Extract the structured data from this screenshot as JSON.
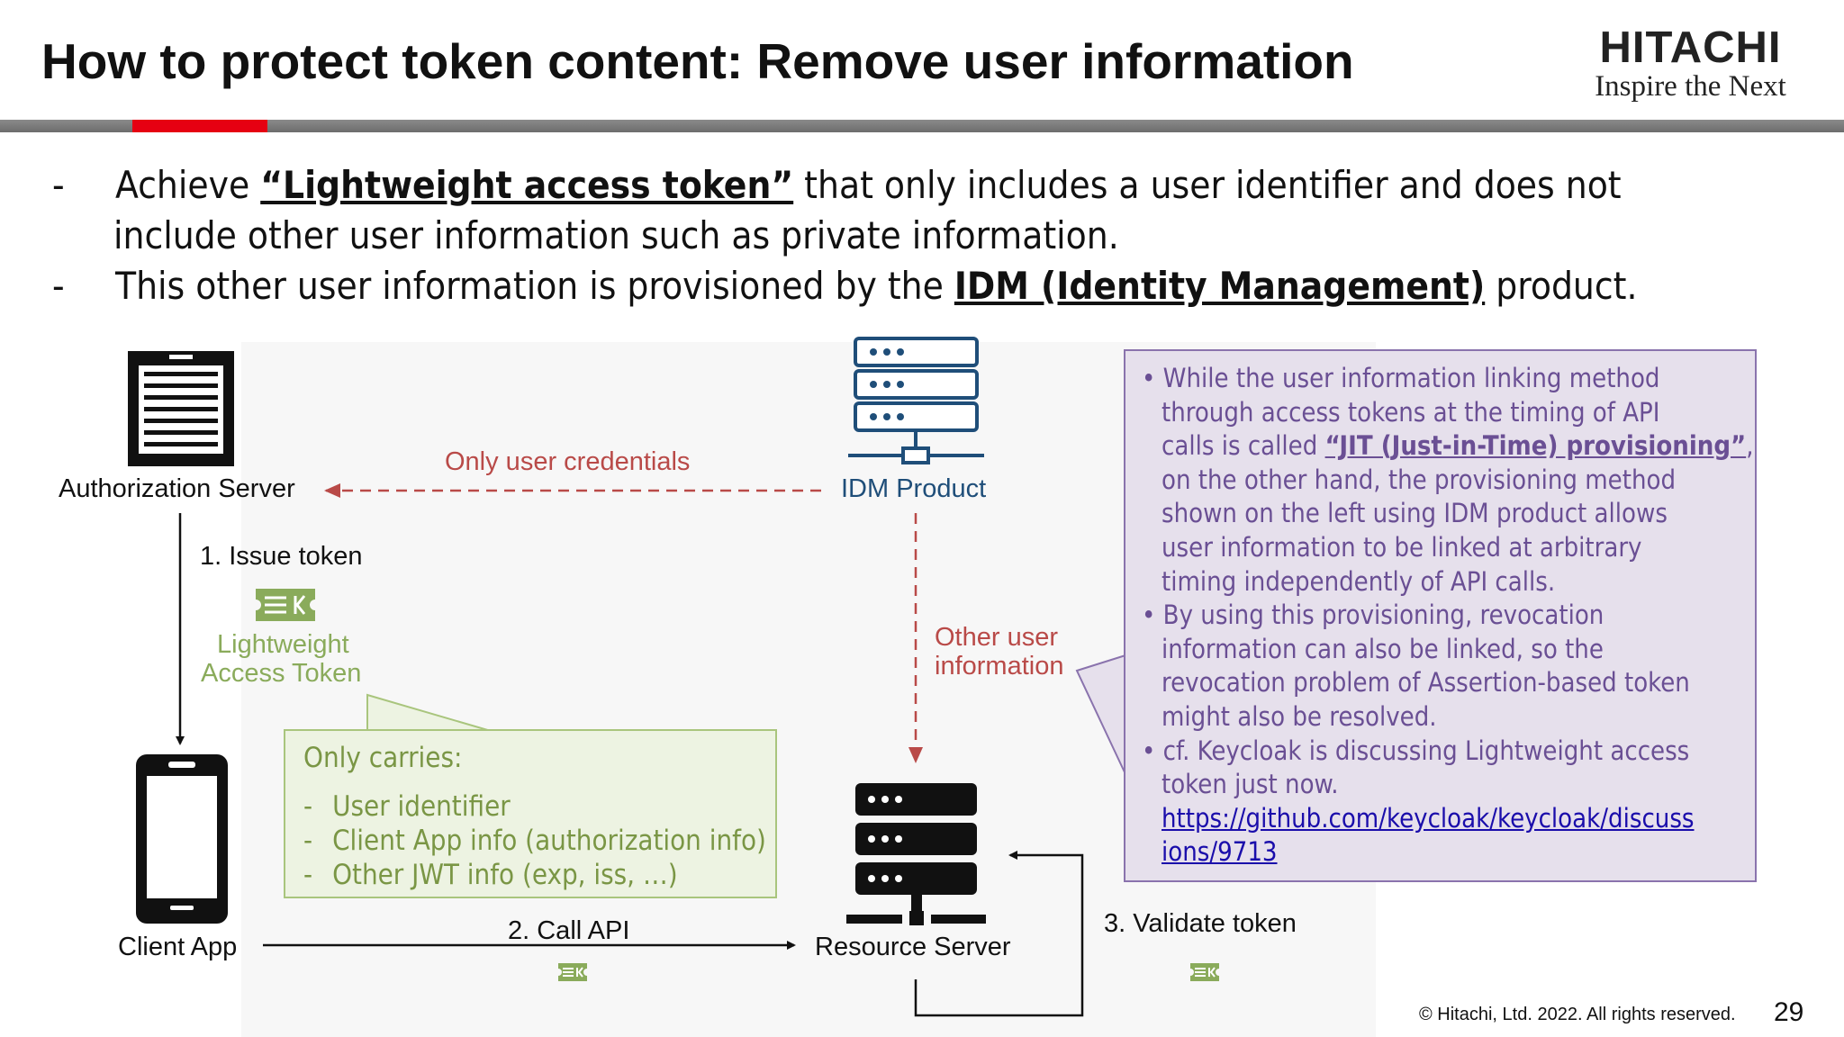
{
  "slide": {
    "title": "How to protect token content: Remove user information",
    "brand_name": "HITACHI",
    "brand_tagline": "Inspire the Next",
    "footer": "© Hitachi, Ltd. 2022. All rights reserved.",
    "page_number": "29"
  },
  "bullets": [
    {
      "dash": "-",
      "pre": "Achieve ",
      "emphasis": "“Lightweight access token”",
      "post": " that only includes a user identifier and does not"
    },
    {
      "dash": "",
      "pre": "include other user information such as private information.",
      "emphasis": "",
      "post": ""
    },
    {
      "dash": "-",
      "pre": "This other user information is provisioned by the ",
      "emphasis": "IDM (Identity Management)",
      "post": " product."
    }
  ],
  "diagram": {
    "authorization_server": "Authorization Server",
    "idm_product": "IDM Product",
    "client_app": "Client App",
    "resource_server": "Resource Server",
    "only_user_credentials": "Only user credentials",
    "other_user_information_1": "Other user",
    "other_user_information_2": "information",
    "step1": "1. Issue token",
    "step2": "2. Call API",
    "step3": "3. Validate token",
    "token_label_1": "Lightweight",
    "token_label_2": "Access Token",
    "colors": {
      "red": "#b94a48",
      "blue": "#1f4e79",
      "green": "#8aab5b",
      "purple": "#6a4f94"
    }
  },
  "callout_left": {
    "heading": "Only carries:",
    "items": [
      {
        "dash": "-",
        "text": "User identifier"
      },
      {
        "dash": "-",
        "text": "Client App info (authorization info)"
      },
      {
        "dash": "-",
        "text": "Other JWT info (exp, iss, …)"
      }
    ]
  },
  "callout_right": {
    "lines": [
      "• While the user information linking method",
      "through access tokens at the timing of API",
      "calls is called ",
      "on the other hand, the provisioning method",
      "shown on the left using IDM product allows",
      "user information to be linked at arbitrary",
      "timing independently of API calls.",
      "• By using this provisioning, revocation",
      "information can also be linked, so the",
      "revocation problem of Assertion-based token",
      "might also be resolved.",
      "• cf. Keycloak is discussing Lightweight access",
      "token just now."
    ],
    "jit_term": "“JIT (Just-in-Time) provisioning”",
    "jit_suffix": ",",
    "link_line1": "https://github.com/keycloak/keycloak/discuss",
    "link_line2": "ions/9713"
  }
}
